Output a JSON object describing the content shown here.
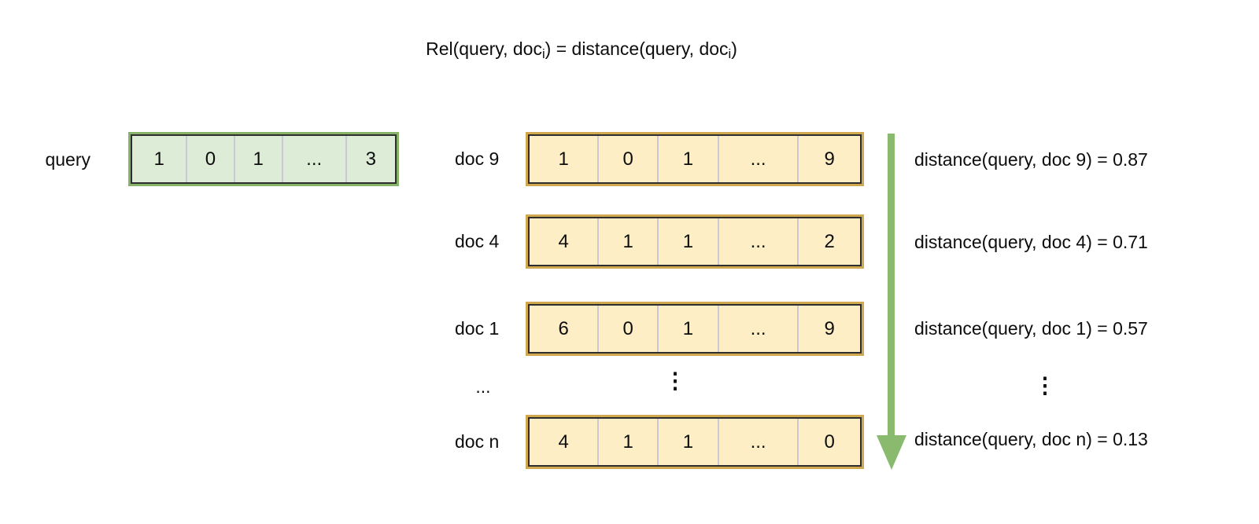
{
  "colors": {
    "background": "#ffffff",
    "text": "#0d0d0d",
    "query_fill": "#dcecd6",
    "query_border_outer": "#87b369",
    "doc_fill": "#fdeec6",
    "doc_border_outer": "#cfa850",
    "inner_border": "#2e2e2e",
    "cell_divider": "#c9c9d4",
    "arrow": "#89ba6d"
  },
  "title": {
    "p1": "Rel(query, doc",
    "sub1": "i",
    "p2": ") = distance(query, doc",
    "sub2": "i",
    "p3": ")"
  },
  "query": {
    "label": "query",
    "cells": [
      "1",
      "0",
      "1",
      "...",
      "3"
    ]
  },
  "docs": [
    {
      "label": "doc 9",
      "cells": [
        "1",
        "0",
        "1",
        "...",
        "9"
      ],
      "distance": "distance(query, doc 9) = 0.87"
    },
    {
      "label": "doc 4",
      "cells": [
        "4",
        "1",
        "1",
        "...",
        "2"
      ],
      "distance": "distance(query, doc 4) = 0.71"
    },
    {
      "label": "doc 1",
      "cells": [
        "6",
        "0",
        "1",
        "...",
        "9"
      ],
      "distance": "distance(query, doc 1) = 0.57"
    },
    {
      "label": "doc n",
      "cells": [
        "4",
        "1",
        "1",
        "...",
        "0"
      ],
      "distance": "distance(query, doc n) = 0.13"
    }
  ],
  "ellipsis": {
    "labels_col": "...",
    "vector_col": "⋮",
    "distance_col": "⋮"
  }
}
